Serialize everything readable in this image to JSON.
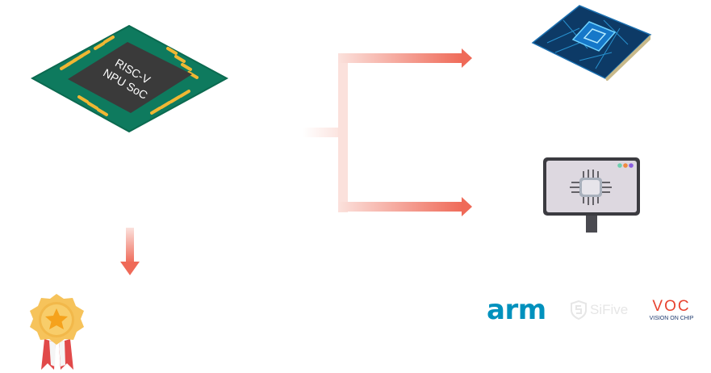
{
  "soc_chip": {
    "line1": "RISC-V",
    "line2": "NPU SoC",
    "icon": "soc-chip-icon"
  },
  "board_icon": "processor-board-icon",
  "monitor_icon": "monitor-chip-icon",
  "medal_icon": "award-medal-icon",
  "partners": {
    "arm": "arm",
    "sifive": "SiFive",
    "voc_main": "VOC",
    "voc_sub": "VISION ON CHIP"
  },
  "colors": {
    "arrow_start": "#fbe1dc",
    "arrow_end": "#ef6a58",
    "pcb": "#0e7a5e",
    "chip": "#3a3a3a",
    "pin": "#f0b733",
    "arm": "#0091bd",
    "sifive": "#e6e6e6",
    "voc": "#e8432f",
    "voc_sub": "#1e3a6e"
  }
}
